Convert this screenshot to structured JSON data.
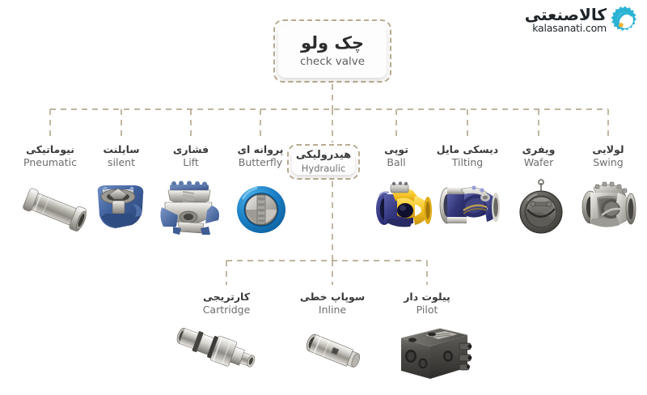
{
  "brand": {
    "name_fa": "کالاصنعتی",
    "name_en": "kalasanati.com",
    "icon": "gear-wifi-logo-icon",
    "accent": "#f2b233",
    "teal": "#2bb3d4",
    "dark": "#1d2327"
  },
  "theme": {
    "dash_color": "#b8ab93",
    "box_border": "#b8ab93",
    "box_bg": "#fdfdfd",
    "label_fa_color": "#3a3a3a",
    "label_en_color": "#6d6d6d"
  },
  "diagram": {
    "type": "tree",
    "orientation": "top-down",
    "root": {
      "label_fa": "چک ولو",
      "label_en": "check valve"
    },
    "level1_count": 9,
    "level2_parent": "هیدرولیکی",
    "level2_count": 3,
    "nodes": [
      {
        "id": "pneumatic",
        "label_fa": "نیوماتیکی",
        "label_en": "Pneumatic",
        "level": 1,
        "icon": "pneumatic-check-valve-image"
      },
      {
        "id": "silent",
        "label_fa": "سایلنت",
        "label_en": "silent",
        "level": 1,
        "icon": "silent-check-valve-image"
      },
      {
        "id": "lift",
        "label_fa": "فشاری",
        "label_en": "Lift",
        "level": 1,
        "icon": "lift-check-valve-image"
      },
      {
        "id": "butterfly",
        "label_fa": "پروانه ای",
        "label_en": "Butterfly",
        "level": 1,
        "icon": "butterfly-check-valve-image"
      },
      {
        "id": "hydraulic",
        "label_fa": "هیدرولیکی",
        "label_en": "Hydraulic",
        "level": 1,
        "icon": "none",
        "is_box": true
      },
      {
        "id": "ball",
        "label_fa": "توپی",
        "label_en": "Ball",
        "level": 1,
        "icon": "ball-check-valve-image"
      },
      {
        "id": "tilting",
        "label_fa": "دیسکی مایل",
        "label_en": "Tilting",
        "level": 1,
        "icon": "tilting-disc-check-valve-image"
      },
      {
        "id": "wafer",
        "label_fa": "ویفری",
        "label_en": "Wafer",
        "level": 1,
        "icon": "wafer-check-valve-image"
      },
      {
        "id": "swing",
        "label_fa": "لولایی",
        "label_en": "Swing",
        "level": 1,
        "icon": "swing-check-valve-image"
      },
      {
        "id": "cartridge",
        "label_fa": "کارتریجی",
        "label_en": "Cartridge",
        "level": 2,
        "icon": "cartridge-check-valve-image"
      },
      {
        "id": "inline",
        "label_fa": "سوپاپ خطی",
        "label_en": "Inline",
        "level": 2,
        "icon": "inline-check-valve-image"
      },
      {
        "id": "pilot",
        "label_fa": "پیلوت دار",
        "label_en": "Pilot",
        "level": 2,
        "icon": "pilot-operated-check-valve-image"
      }
    ]
  }
}
